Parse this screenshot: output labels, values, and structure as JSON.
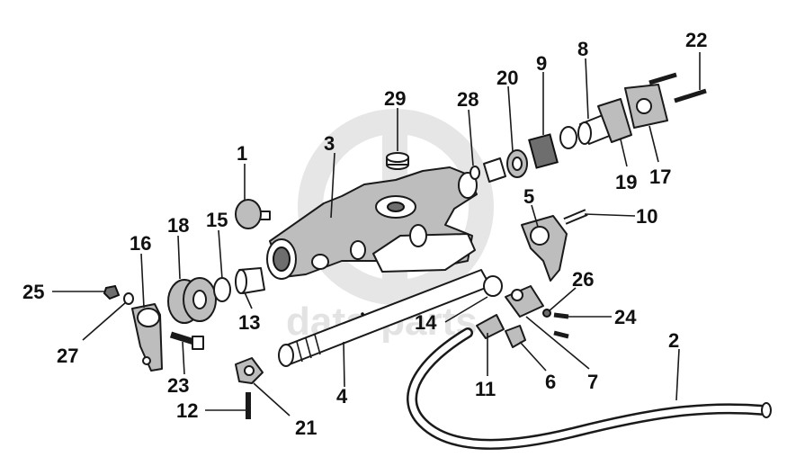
{
  "watermark": {
    "text": "data-parts"
  },
  "callouts": [
    {
      "id": "c1",
      "label": "1"
    },
    {
      "id": "c2",
      "label": "2"
    },
    {
      "id": "c3",
      "label": "3"
    },
    {
      "id": "c4",
      "label": "4"
    },
    {
      "id": "c5",
      "label": "5"
    },
    {
      "id": "c6",
      "label": "6"
    },
    {
      "id": "c7",
      "label": "7"
    },
    {
      "id": "c8",
      "label": "8"
    },
    {
      "id": "c9",
      "label": "9"
    },
    {
      "id": "c10",
      "label": "10"
    },
    {
      "id": "c11",
      "label": "11"
    },
    {
      "id": "c12",
      "label": "12"
    },
    {
      "id": "c13",
      "label": "13"
    },
    {
      "id": "c14",
      "label": "14"
    },
    {
      "id": "c15",
      "label": "15"
    },
    {
      "id": "c16",
      "label": "16"
    },
    {
      "id": "c17",
      "label": "17"
    },
    {
      "id": "c18",
      "label": "18"
    },
    {
      "id": "c19",
      "label": "19"
    },
    {
      "id": "c20",
      "label": "20"
    },
    {
      "id": "c21",
      "label": "21"
    },
    {
      "id": "c22",
      "label": "22"
    },
    {
      "id": "c23",
      "label": "23"
    },
    {
      "id": "c24",
      "label": "24"
    },
    {
      "id": "c25",
      "label": "25"
    },
    {
      "id": "c26",
      "label": "26"
    },
    {
      "id": "c27",
      "label": "27"
    },
    {
      "id": "c28",
      "label": "28"
    },
    {
      "id": "c29",
      "label": "29"
    }
  ]
}
